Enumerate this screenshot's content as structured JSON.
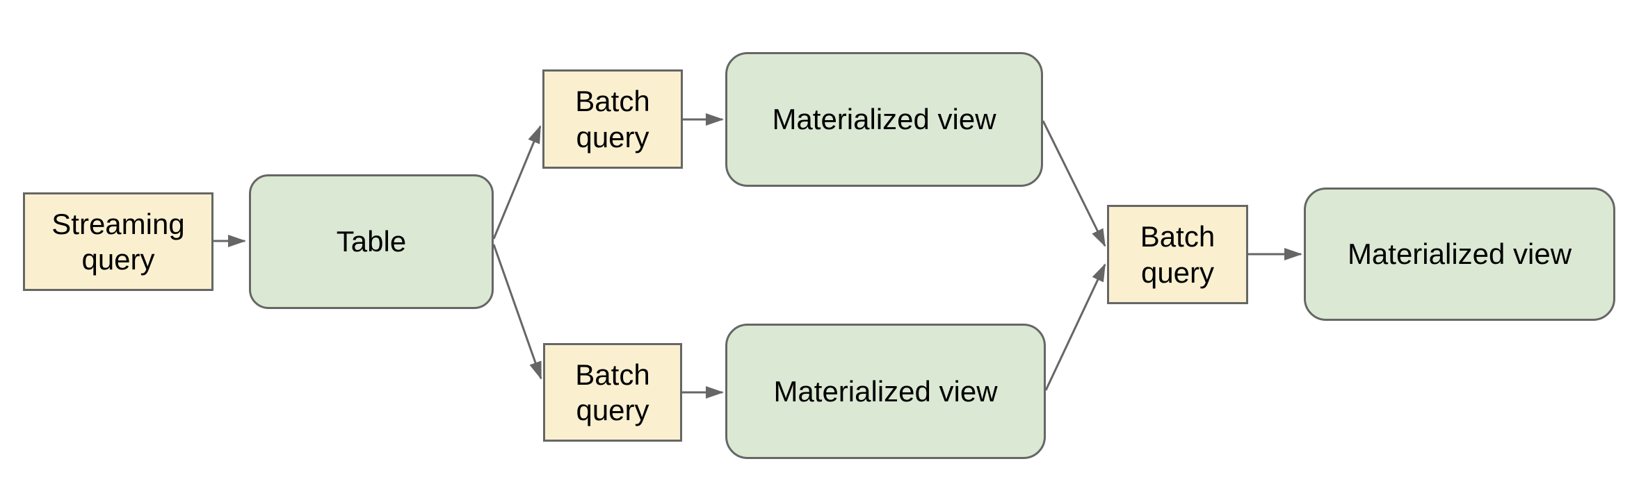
{
  "diagram": {
    "background_color": "#ffffff",
    "colors": {
      "query_node_fill": "#faf0d0",
      "data_node_fill": "#dbe8d3",
      "node_border": "#666666",
      "arrow": "#666666",
      "text": "#000000"
    },
    "nodes": [
      {
        "id": "streaming-query",
        "label": "Streaming query",
        "kind": "query",
        "shape": "rectangle"
      },
      {
        "id": "table",
        "label": "Table",
        "kind": "data",
        "shape": "rounded-rectangle"
      },
      {
        "id": "batch-query-top",
        "label": "Batch query",
        "kind": "query",
        "shape": "rectangle"
      },
      {
        "id": "materialized-view-top",
        "label": "Materialized view",
        "kind": "data",
        "shape": "rounded-rectangle"
      },
      {
        "id": "batch-query-bottom",
        "label": "Batch query",
        "kind": "query",
        "shape": "rectangle"
      },
      {
        "id": "materialized-view-bottom",
        "label": "Materialized view",
        "kind": "data",
        "shape": "rounded-rectangle"
      },
      {
        "id": "batch-query-right",
        "label": "Batch query",
        "kind": "query",
        "shape": "rectangle"
      },
      {
        "id": "materialized-view-final",
        "label": "Materialized view",
        "kind": "data",
        "shape": "rounded-rectangle"
      }
    ],
    "edges": [
      {
        "from": "streaming-query",
        "to": "table"
      },
      {
        "from": "table",
        "to": "batch-query-top"
      },
      {
        "from": "table",
        "to": "batch-query-bottom"
      },
      {
        "from": "batch-query-top",
        "to": "materialized-view-top"
      },
      {
        "from": "batch-query-bottom",
        "to": "materialized-view-bottom"
      },
      {
        "from": "materialized-view-top",
        "to": "batch-query-right"
      },
      {
        "from": "materialized-view-bottom",
        "to": "batch-query-right"
      },
      {
        "from": "batch-query-right",
        "to": "materialized-view-final"
      }
    ]
  }
}
